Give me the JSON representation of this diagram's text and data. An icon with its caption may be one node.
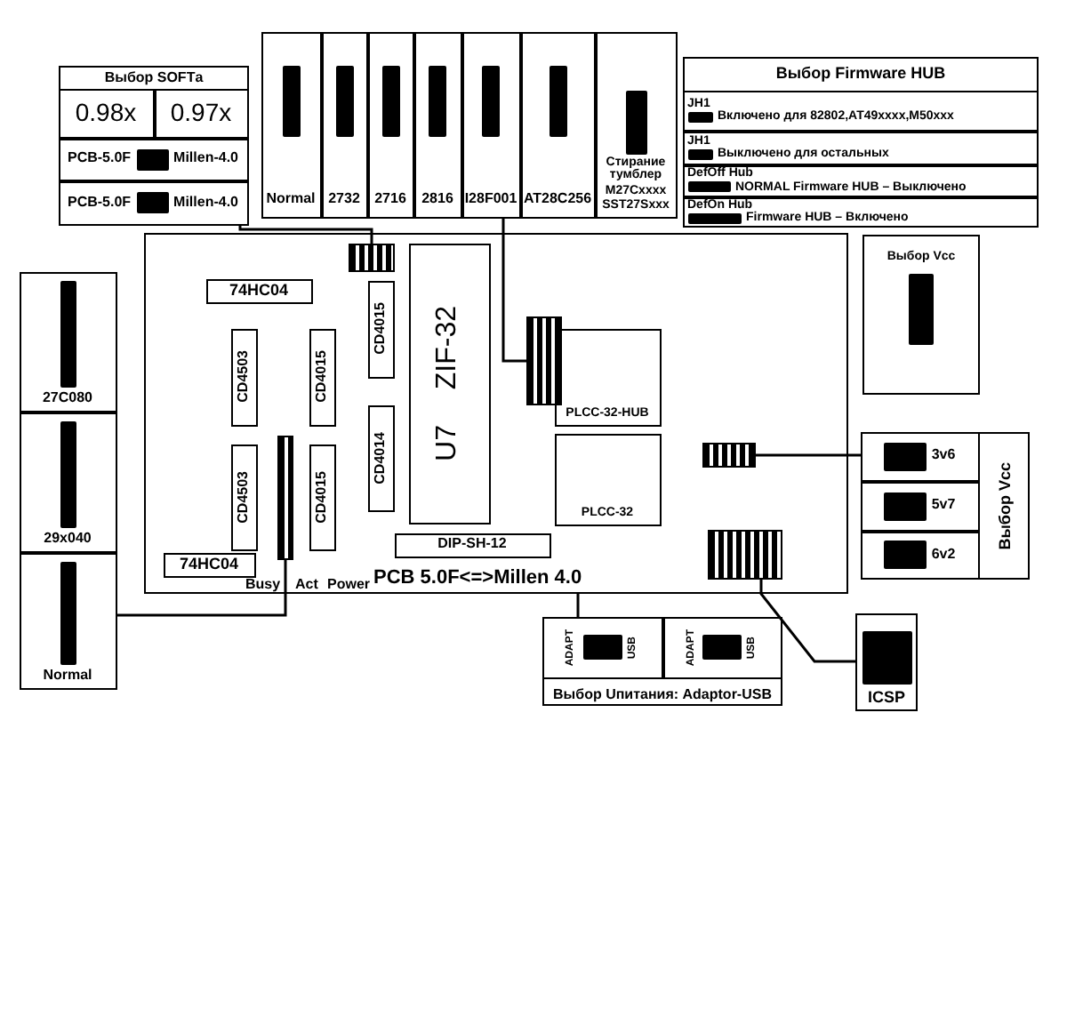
{
  "diagram": {
    "nodes": [
      {
        "text": [
          "Выбор SOFTа"
        ]
      },
      {
        "text": [
          "0.98x"
        ],
        "in": 0
      },
      {
        "text": [
          "0.97x"
        ],
        "in": 0
      },
      {
        "text": [
          "PCB-5.0F",
          "Millen-4.0"
        ],
        "in": 0
      },
      {
        "text": [
          "PCB-5.0F",
          "Millen-4.0"
        ],
        "in": 0
      },
      {
        "text": [],
        "shape": "box"
      },
      {
        "text": [
          "Normal"
        ],
        "in": 5
      },
      {
        "text": [
          "2732"
        ],
        "in": 5
      },
      {
        "text": [
          "2716"
        ],
        "in": 5
      },
      {
        "text": [
          "2816"
        ],
        "in": 5
      },
      {
        "text": [
          "I28F001"
        ],
        "in": 5
      },
      {
        "text": [
          "AT28C256"
        ],
        "in": 5
      },
      {
        "text": [
          "Стирание тумблер",
          "M27Cxxxx",
          "SST27Sxxx"
        ],
        "in": 5
      },
      {
        "text": [
          "Выбор Firmware HUB"
        ]
      },
      {
        "text": [
          "JH1",
          "Включено для 82802,AT49xxxx,M50xxx"
        ],
        "in": 13
      },
      {
        "text": [
          "JH1",
          "Выключено для остальных"
        ],
        "in": 13
      },
      {
        "text": [
          "DefOff Hub",
          "NORMAL Firmware HUB – Выключено"
        ],
        "in": 13
      },
      {
        "text": [
          "DefOn Hub",
          "Firmware HUB – Включено"
        ],
        "in": 13
      },
      {
        "text": [],
        "shape": "box"
      },
      {
        "text": [
          "27C080"
        ],
        "in": 18
      },
      {
        "text": [
          "29x040"
        ],
        "in": 18
      },
      {
        "text": [
          "Normal"
        ],
        "in": 18
      },
      {
        "text": [
          "PCB 5.0F<=>Millen 4.0"
        ]
      },
      {
        "text": [],
        "shape": "box",
        "in": 22
      },
      {
        "text": [
          "74HC04"
        ],
        "in": 22
      },
      {
        "text": [
          "CD4503"
        ],
        "in": 22
      },
      {
        "text": [
          "CD4503"
        ],
        "in": 22
      },
      {
        "text": [
          "CD4015"
        ],
        "in": 22
      },
      {
        "text": [
          "CD4015"
        ],
        "in": 22
      },
      {
        "text": [
          "CD4015"
        ],
        "in": 22
      },
      {
        "text": [
          "CD4014"
        ],
        "in": 22
      },
      {
        "text": [
          "ZIF-32",
          "U7"
        ],
        "in": 22
      },
      {
        "text": [],
        "shape": "box",
        "in": 22
      },
      {
        "text": [
          "PLCC-32-HUB"
        ],
        "in": 22
      },
      {
        "text": [
          "PLCC-32"
        ],
        "in": 22
      },
      {
        "text": [
          "DIP-SH-12"
        ],
        "in": 22
      },
      {
        "text": [
          "74HC04"
        ],
        "in": 22
      },
      {
        "text": [],
        "shape": "box",
        "in": 22
      },
      {
        "text": [],
        "shape": "box",
        "in": 22
      },
      {
        "text": [],
        "shape": "box",
        "in": 22
      },
      {
        "text": [
          "Выбор Vcc"
        ]
      },
      {
        "text": [
          "Выбор Vcc"
        ]
      },
      {
        "text": [
          "3v6"
        ],
        "in": 41
      },
      {
        "text": [
          "5v7"
        ],
        "in": 41
      },
      {
        "text": [
          "6v2"
        ],
        "in": 41
      },
      {
        "text": [
          "Выбор Uпитания: Adaptor-USB"
        ]
      },
      {
        "text": [
          "ADAPT",
          "USB"
        ],
        "in": 45
      },
      {
        "text": [
          "ADAPT",
          "USB"
        ],
        "in": 45
      },
      {
        "text": [
          "ICSP"
        ]
      }
    ],
    "edges": [
      {
        "from": 0,
        "to": 23,
        "arrow": "none"
      },
      {
        "from": 5,
        "to": 32,
        "arrow": "none"
      },
      {
        "from": 18,
        "to": 37,
        "arrow": "none"
      },
      {
        "from": 41,
        "to": 38,
        "arrow": "none"
      },
      {
        "from": 45,
        "to": 22,
        "arrow": "none"
      },
      {
        "from": 48,
        "to": 39,
        "arrow": "none"
      }
    ],
    "labels": [
      "Busy",
      "Act",
      "Power"
    ]
  }
}
